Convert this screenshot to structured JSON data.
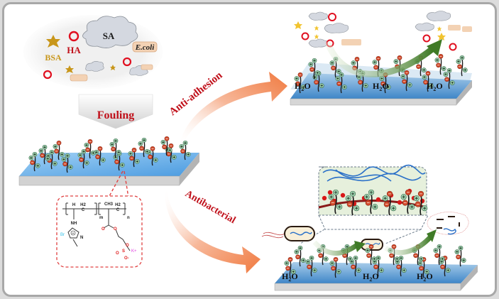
{
  "figure": {
    "title": "Antifouling zwitterionic membrane: anti-adhesion and antibacterial mechanism",
    "foulants_cloud": {
      "labels": {
        "bsa": "BSA",
        "ha": "HA",
        "sa": "SA",
        "ecoli": "E.coli"
      }
    },
    "fouling_arrow_label": "Fouling",
    "anti_adhesion_label": "Anti-adhesion",
    "antibacterial_label": "Antibacterial",
    "water_label": "H2O",
    "water_label_parts": {
      "h": "H",
      "sub": "2",
      "o": "O"
    },
    "chemical_structure": {
      "ch": "H",
      "c": "C",
      "h2": "H2",
      "ch3": "CH3",
      "m": "m",
      "n": "n",
      "nh": "NH",
      "n_ring": "N",
      "plus": "+",
      "br": "Br",
      "o": "O",
      "s": "S",
      "k": "K+",
      "o_minus": "O-"
    },
    "colors": {
      "label_red": "#c0101a",
      "membrane_blue": "#5aa8e6",
      "membrane_side": "#c8c8c8",
      "orange_arrow": "#f07a40",
      "green_arrow": "#4a7a2a",
      "cation": "#9ed2b0",
      "anion": "#d24a2a",
      "ha_ring": "#e01020",
      "bsa_star": "#c8961a",
      "sa_cloud": "#d4d8e0",
      "ecoli_body": "#f0c8a0",
      "frame": "#a8a8a8"
    }
  }
}
